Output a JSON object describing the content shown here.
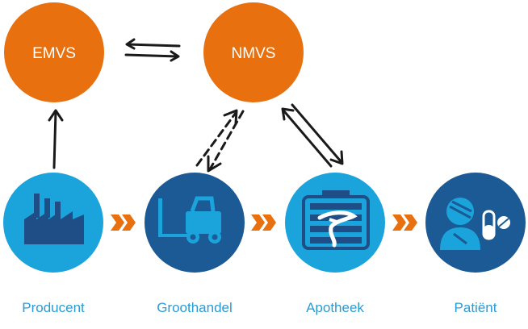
{
  "top_nodes": {
    "emvs": {
      "label": "EMVS"
    },
    "nmvs": {
      "label": "NMVS"
    }
  },
  "stages": [
    {
      "id": "producent",
      "label": "Producent",
      "icon": "factory-icon"
    },
    {
      "id": "groothandel",
      "label": "Groothandel",
      "icon": "forklift-icon"
    },
    {
      "id": "apotheek",
      "label": "Apotheek",
      "icon": "pharmacy-icon"
    },
    {
      "id": "patient",
      "label": "Patiënt",
      "icon": "patient-icon"
    }
  ],
  "colors": {
    "orange": "#E8700F",
    "light_blue": "#1BA3DC",
    "dark_blue": "#1B5A94",
    "icon_navy": "#1F4E86",
    "label_blue": "#2B9BD3",
    "arrow_black": "#1a1a1a"
  }
}
